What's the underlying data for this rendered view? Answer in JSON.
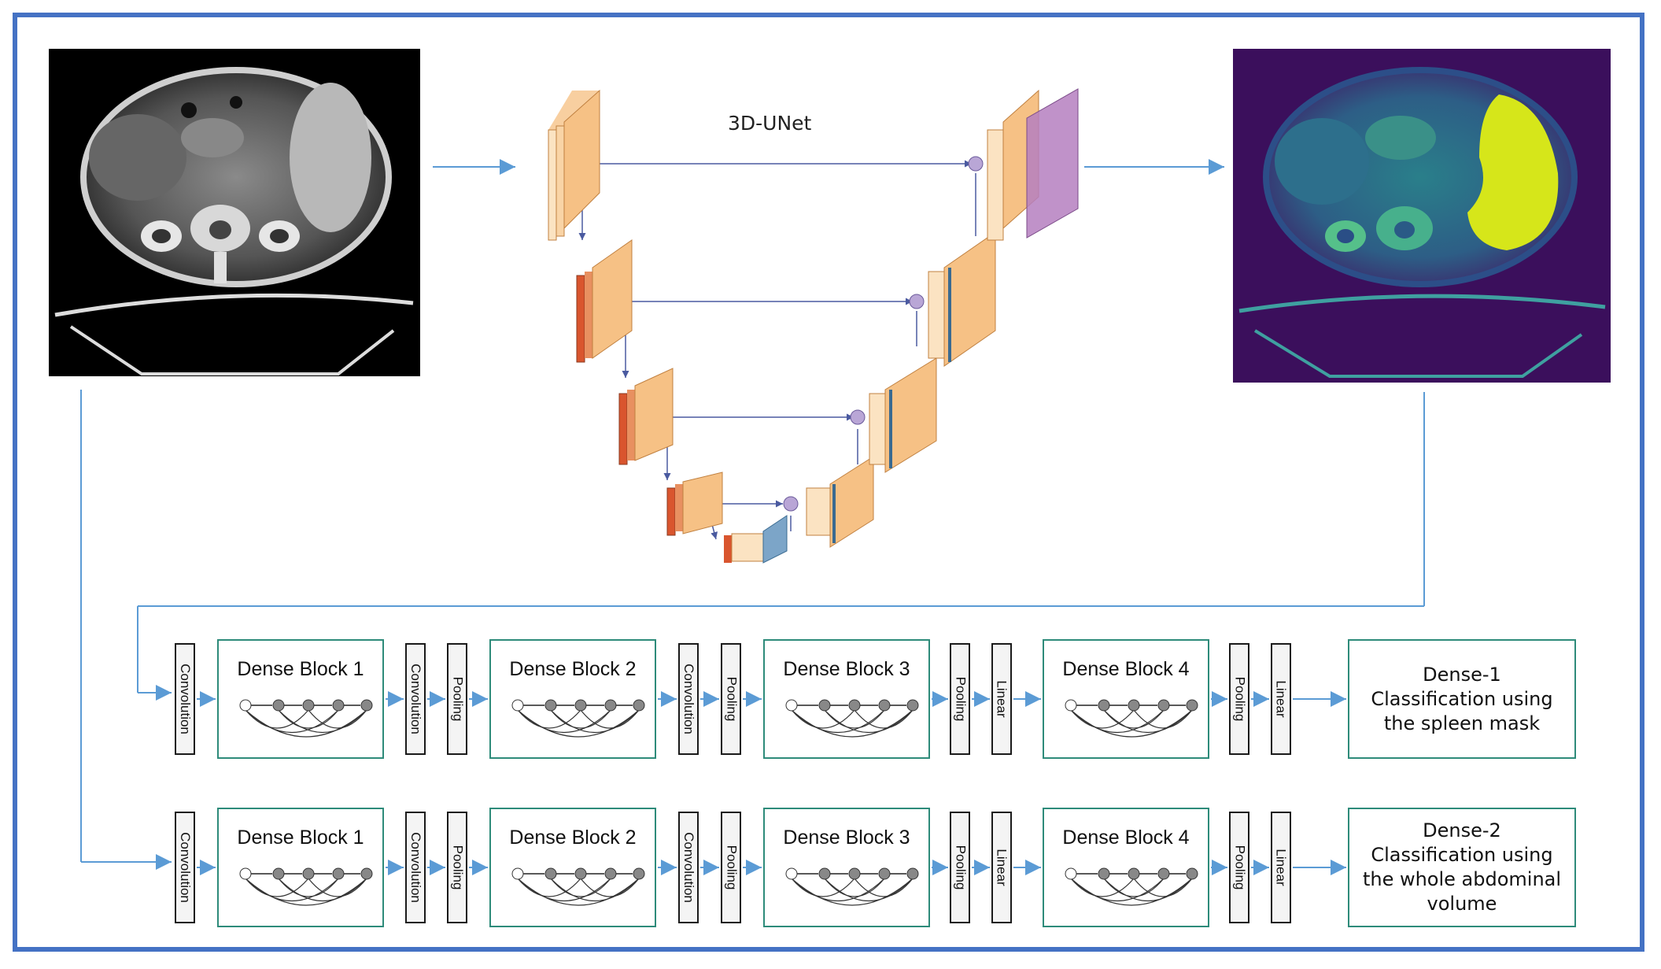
{
  "unet": {
    "title": "3D-UNet"
  },
  "rows": [
    {
      "blocks": [
        "Convolution",
        "Dense Block 1",
        "Convolution",
        "Pooling",
        "Dense Block 2",
        "Convolution",
        "Pooling",
        "Dense Block 3",
        "Pooling",
        "Linear",
        "Dense Block 4",
        "Pooling",
        "Linear"
      ],
      "output": "Dense-1\nClassification using\nthe spleen mask"
    },
    {
      "blocks": [
        "Convolution",
        "Dense Block 1",
        "Convolution",
        "Pooling",
        "Dense Block 2",
        "Convolution",
        "Pooling",
        "Dense Block 3",
        "Pooling",
        "Linear",
        "Dense Block 4",
        "Pooling",
        "Linear"
      ],
      "output": "Dense-2\nClassification using\nthe whole abdominal\nvolume"
    }
  ],
  "colors": {
    "frame": "#4472c4",
    "arrow": "#5b9bd5",
    "box_border": "#2e8b7a"
  }
}
